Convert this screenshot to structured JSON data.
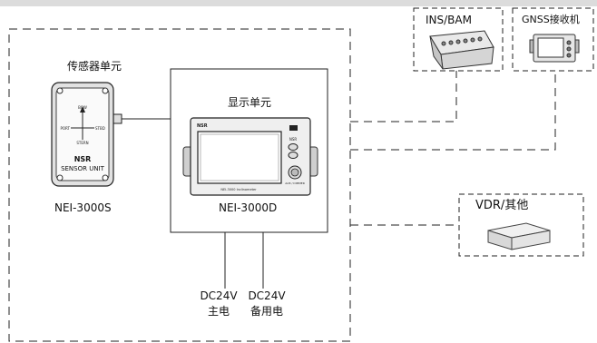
{
  "diagram": {
    "sensor_caption": "传感器单元",
    "sensor_model": "NEI-3000S",
    "sensor_label_bow": "BOW",
    "sensor_label_port": "PORT",
    "sensor_label_stbd": "STBD",
    "sensor_label_stern": "STERN",
    "sensor_brand": "NSR",
    "sensor_unit": "SENSOR UNIT",
    "display_caption": "显示单元",
    "display_model": "NEI-3000D",
    "display_brand": "NSR",
    "display_device_name": "NEI-3000 Inclinometer",
    "display_nsr_key": "NSR",
    "display_knob_label": "ALM / DIMMER",
    "ins_caption": "INS/BAM",
    "gnss_caption": "GNSS接收机",
    "vdr_caption": "VDR/其他",
    "power_main_voltage": "DC24V",
    "power_main_label": "主电",
    "power_backup_voltage": "DC24V",
    "power_backup_label": "备用电"
  }
}
